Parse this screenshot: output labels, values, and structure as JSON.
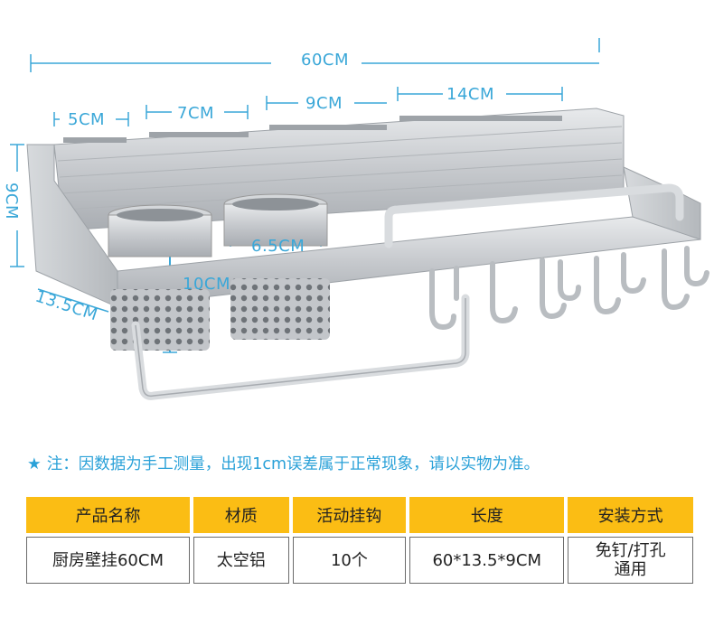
{
  "dimensions": {
    "width_total": "60CM",
    "section_1": "5CM",
    "section_2": "7CM",
    "section_3": "9CM",
    "section_4": "14CM",
    "height": "9CM",
    "depth": "13.5CM",
    "cup_diameter": "6.5CM",
    "cup_height": "10CM"
  },
  "note": {
    "star": "★",
    "text": "注：因数据为手工测量，出现1cm误差属于正常现象，请以实物为准。"
  },
  "spec_table": {
    "headers": [
      "产品名称",
      "材质",
      "活动挂钩",
      "长度",
      "安装方式"
    ],
    "row": [
      "厨房壁挂60CM",
      "太空铝",
      "10个",
      "60*13.5*9CM",
      "免钉/打孔\n通用"
    ]
  },
  "colors": {
    "dimension": "#3aa7d8",
    "header_bg": "#fbbd14",
    "aluminum": "#c9ccd0"
  }
}
